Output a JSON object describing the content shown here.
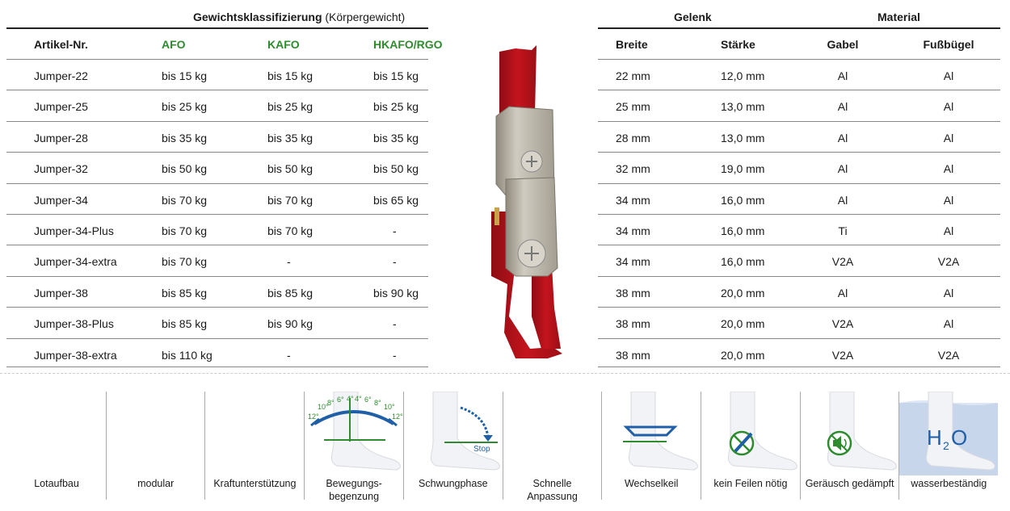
{
  "header": {
    "weight_title_bold": "Gewichtsklassifizierung",
    "weight_title_rest": " (Körpergewicht)",
    "joint_title": "Gelenk",
    "material_title": "Material"
  },
  "columns": {
    "article": "Artikel-Nr.",
    "afo": "AFO",
    "kafo": "KAFO",
    "hkafo": "HKAFO/RGO",
    "width": "Breite",
    "thickness": "Stärke",
    "fork": "Gabel",
    "stirrup": "Fußbügel"
  },
  "rows": [
    {
      "article": "Jumper-22",
      "afo": "bis 15 kg",
      "kafo": "bis 15 kg",
      "hkafo": "bis 15 kg",
      "width": "22 mm",
      "thickness": "12,0 mm",
      "fork": "Al",
      "stirrup": "Al"
    },
    {
      "article": "Jumper-25",
      "afo": "bis 25 kg",
      "kafo": "bis 25 kg",
      "hkafo": "bis 25 kg",
      "width": "25 mm",
      "thickness": "13,0 mm",
      "fork": "Al",
      "stirrup": "Al"
    },
    {
      "article": "Jumper-28",
      "afo": "bis 35 kg",
      "kafo": "bis 35 kg",
      "hkafo": "bis 35 kg",
      "width": "28 mm",
      "thickness": "13,0 mm",
      "fork": "Al",
      "stirrup": "Al"
    },
    {
      "article": "Jumper-32",
      "afo": "bis 50 kg",
      "kafo": "bis 50 kg",
      "hkafo": "bis 50 kg",
      "width": "32 mm",
      "thickness": "19,0 mm",
      "fork": "Al",
      "stirrup": "Al"
    },
    {
      "article": "Jumper-34",
      "afo": "bis 70 kg",
      "kafo": "bis 70 kg",
      "hkafo": "bis 65 kg",
      "width": "34 mm",
      "thickness": "16,0 mm",
      "fork": "Al",
      "stirrup": "Al"
    },
    {
      "article": "Jumper-34-Plus",
      "afo": "bis 70 kg",
      "kafo": "bis 70 kg",
      "hkafo": "-",
      "width": "34 mm",
      "thickness": "16,0 mm",
      "fork": "Ti",
      "stirrup": "Al"
    },
    {
      "article": "Jumper-34-extra",
      "afo": "bis 70 kg",
      "kafo": "-",
      "hkafo": "-",
      "width": "34 mm",
      "thickness": "16,0 mm",
      "fork": "V2A",
      "stirrup": "V2A"
    },
    {
      "article": "Jumper-38",
      "afo": "bis 85 kg",
      "kafo": "bis 85 kg",
      "hkafo": "bis 90 kg",
      "width": "38 mm",
      "thickness": "20,0 mm",
      "fork": "Al",
      "stirrup": "Al"
    },
    {
      "article": "Jumper-38-Plus",
      "afo": "bis 85 kg",
      "kafo": "bis 90 kg",
      "hkafo": "-",
      "width": "38 mm",
      "thickness": "20,0 mm",
      "fork": "V2A",
      "stirrup": "Al"
    },
    {
      "article": "Jumper-38-extra",
      "afo": "bis 110 kg",
      "kafo": "-",
      "hkafo": "-",
      "width": "38 mm",
      "thickness": "20,0 mm",
      "fork": "V2A",
      "stirrup": "V2A"
    }
  ],
  "features": [
    {
      "label": "Lotaufbau",
      "icon": "none"
    },
    {
      "label": "modular",
      "icon": "none"
    },
    {
      "label": "Kraftunterstützung",
      "icon": "none"
    },
    {
      "label": "Bewegungs-\nbegenzung",
      "icon": "foot-angle-icon",
      "angles": [
        "12°",
        "10°",
        "8°",
        "6°",
        "4°",
        "4°",
        "6°",
        "8°",
        "10°",
        "12°"
      ]
    },
    {
      "label": "Schwungphase",
      "icon": "foot-stop-icon",
      "stop": "Stop"
    },
    {
      "label": "Schnelle\nAnpassung",
      "icon": "none"
    },
    {
      "label": "Wechselkeil",
      "icon": "foot-wedge-icon"
    },
    {
      "label": "kein Feilen nötig",
      "icon": "foot-no-file-icon"
    },
    {
      "label": "Geräusch gedämpft",
      "icon": "foot-sound-muted-icon"
    },
    {
      "label": "wasserbeständig",
      "icon": "foot-water-icon",
      "h2o": "H2O"
    }
  ],
  "colors": {
    "green": "#2e8b2e",
    "blue": "#1f5fa8",
    "joint_red": "#b5121b",
    "joint_steel": "#b0aca0"
  }
}
